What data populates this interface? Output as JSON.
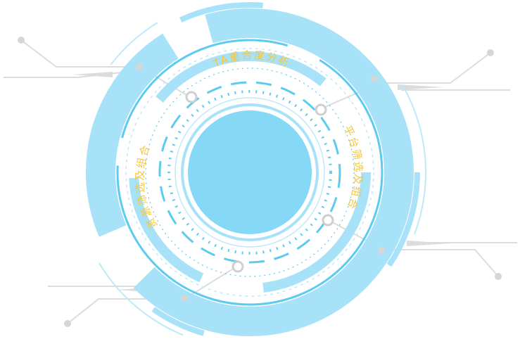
{
  "labels": {
    "top": "TA重合度分析",
    "right": "平台筛选及组合",
    "left": "资源筛选及组合"
  },
  "colors": {
    "ring_light": "#a8e2f8",
    "ring_mid": "#5ccbef",
    "core": "#85d9f6",
    "circuit": "#dcdcdc",
    "node": "#cfcfcf",
    "label": "#f2c744"
  }
}
